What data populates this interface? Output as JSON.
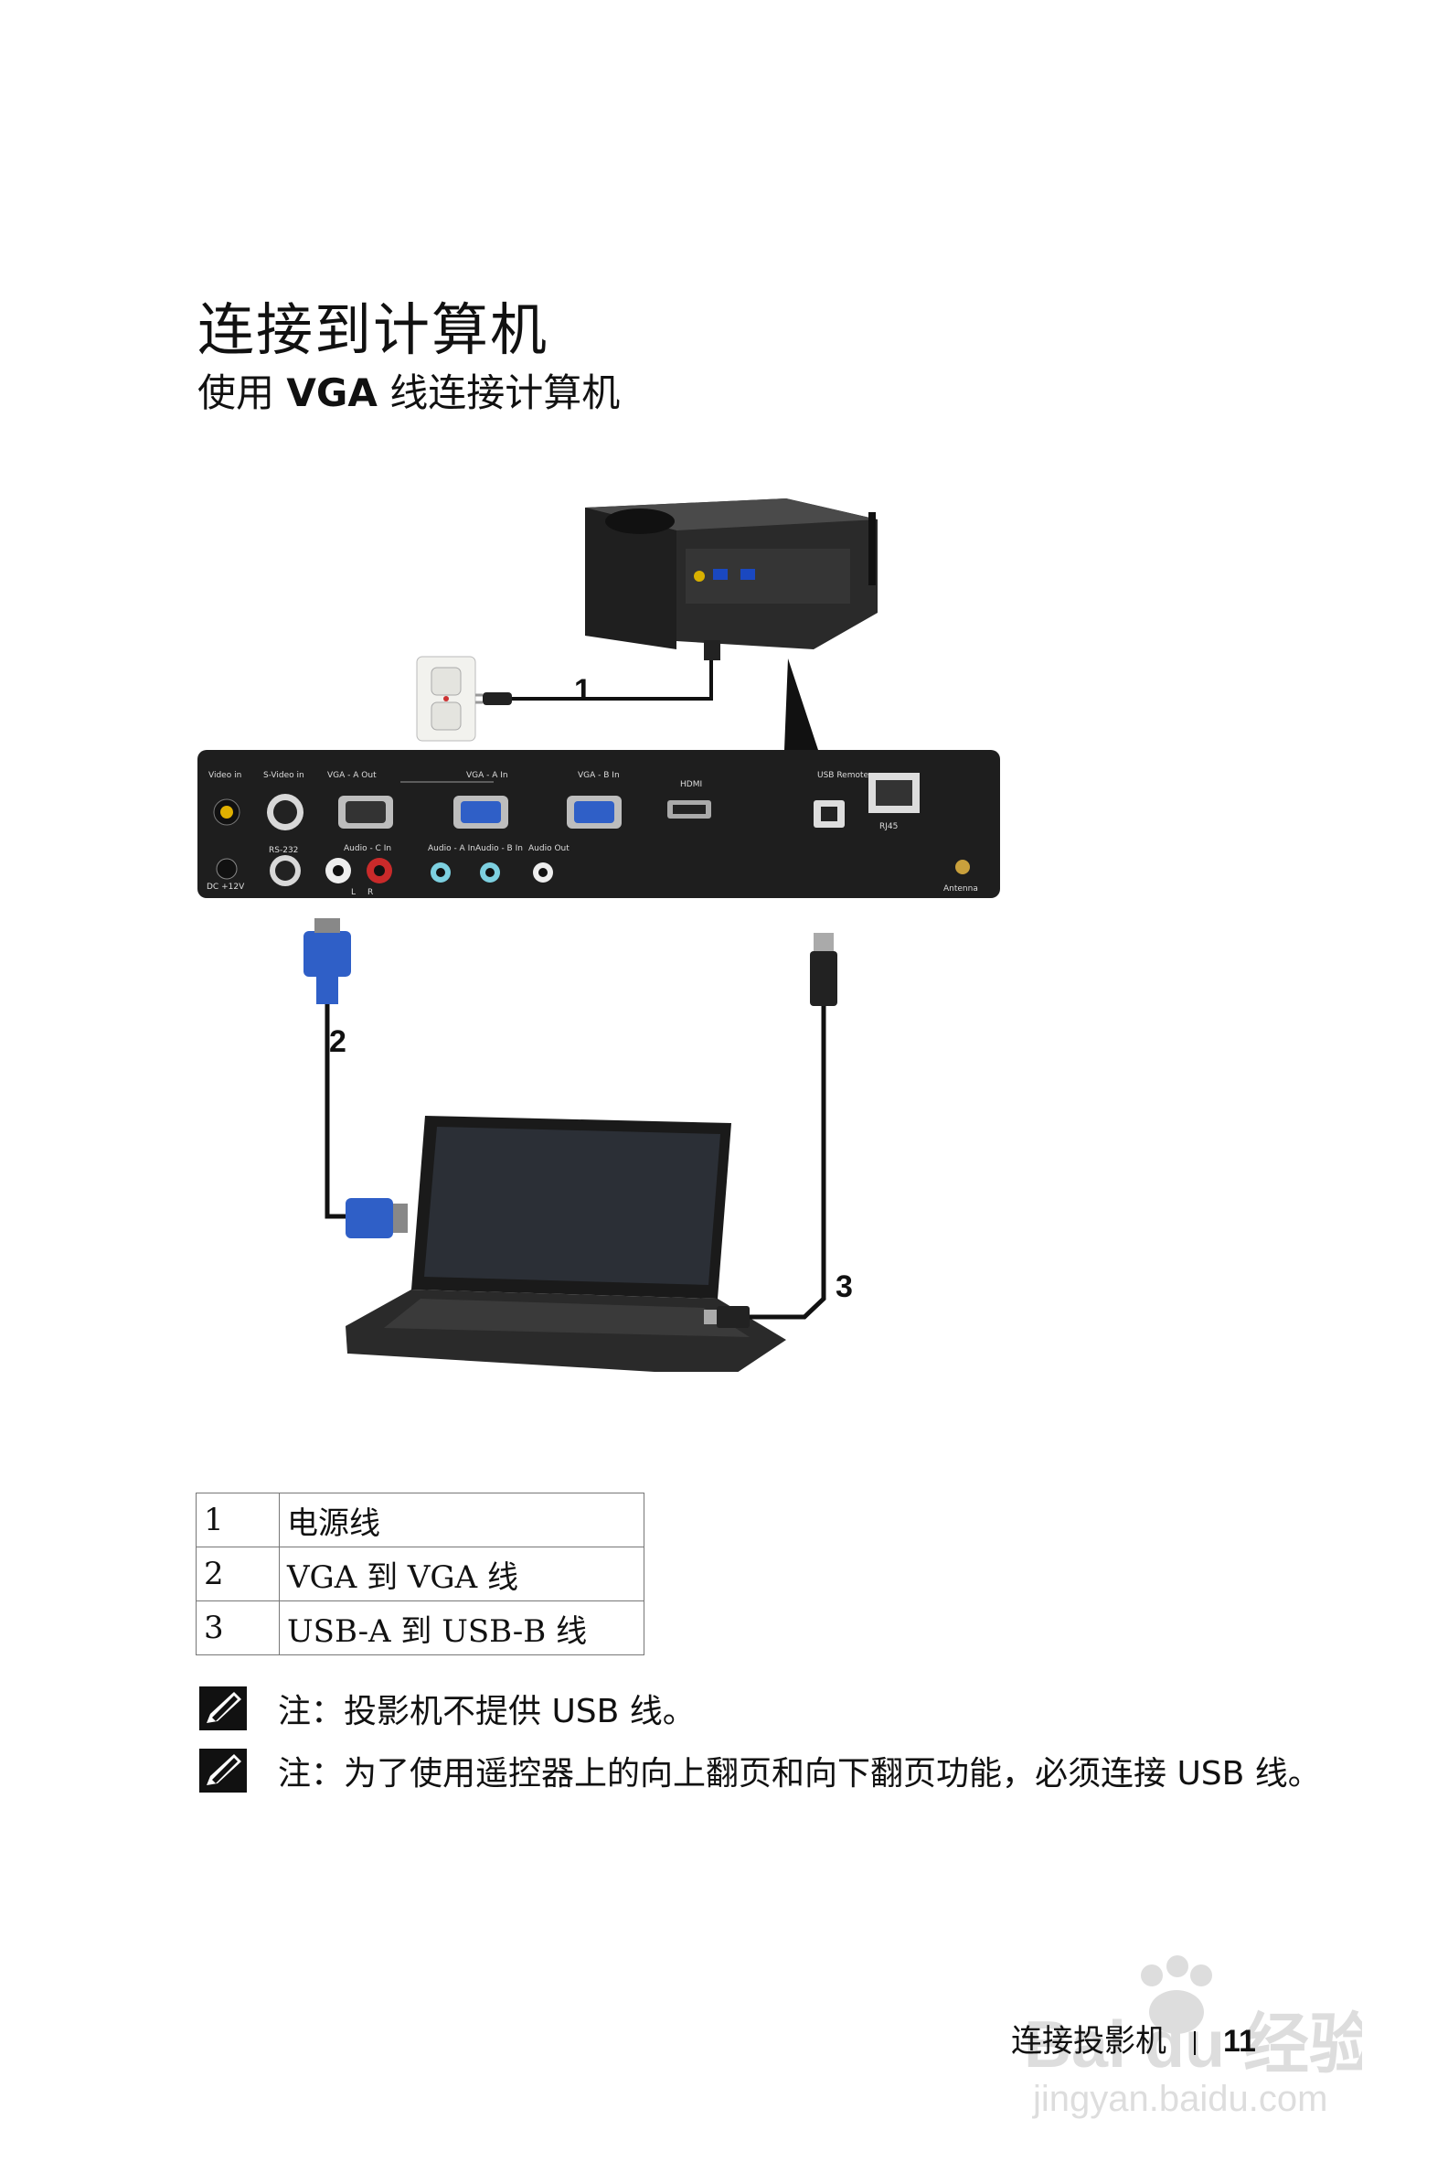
{
  "page": {
    "title": "连接到计算机",
    "subtitle": {
      "prefix": "使用 ",
      "bold": "VGA",
      "suffix": " 线连接计算机"
    }
  },
  "figure": {
    "callouts": [
      "1",
      "2",
      "3"
    ],
    "panel_labels": {
      "video_in": "Video in",
      "s_video_in": "S-Video in",
      "vga_a_out": "VGA - A Out",
      "vga_a_in": "VGA - A In",
      "vga_b_in": "VGA - B In",
      "hdmi": "HDMI",
      "usb_remote": "USB Remote",
      "rj45": "RJ45",
      "rs232": "RS-232",
      "audio_c_in": "Audio - C In",
      "audio_a_in": "Audio - A In",
      "audio_b_in": "Audio - B In",
      "audio_out": "Audio Out",
      "dc": "DC +12V",
      "antenna": "Antenna",
      "left": "L",
      "right": "R"
    }
  },
  "legend": [
    {
      "num": "1",
      "text": "电源线"
    },
    {
      "num": "2",
      "text": "VGA 到 VGA 线"
    },
    {
      "num": "3",
      "text": "USB-A 到 USB-B 线"
    }
  ],
  "notes": [
    "注：投影机不提供 USB 线。",
    "注：为了使用遥控器上的向上翻页和向下翻页功能，必须连接 USB 线。"
  ],
  "footer": {
    "section": "连接投影机",
    "page": "11"
  },
  "watermark": {
    "brand": "Bai du 经验",
    "url": "jingyan.baidu.com"
  },
  "colors": {
    "panel": "#1e1e1e",
    "vga_blue": "#2f5fc7",
    "cable": "#111111"
  }
}
